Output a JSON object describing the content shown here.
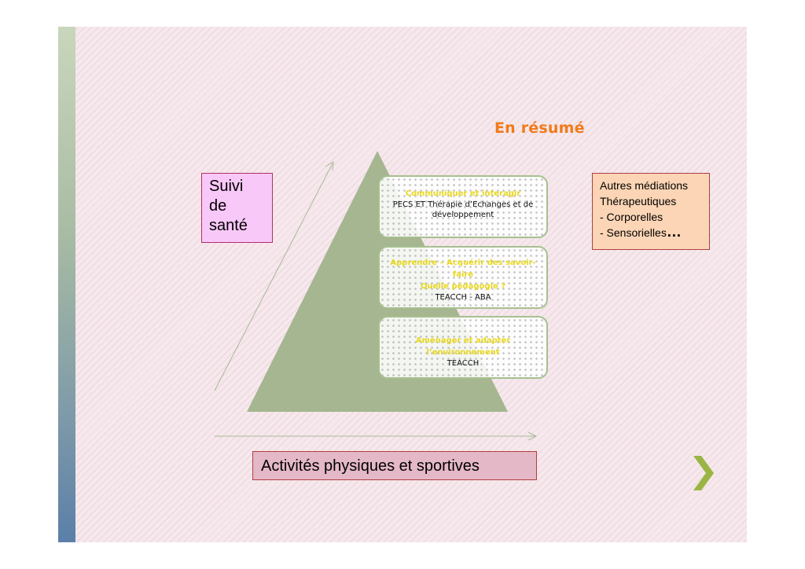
{
  "slide": {
    "title": "En résumé",
    "colors": {
      "title": "#f07a1a",
      "pyramid": "#a6b690",
      "step_border": "#a6c08e",
      "step_title": "#e8d820",
      "chevron": "#9ab544"
    }
  },
  "health_box": {
    "lines": [
      "Suivi",
      "de",
      "santé"
    ],
    "color": "#f8c8f8"
  },
  "other_box": {
    "line1": "Autres  médiations",
    "line2": "Thérapeutiques",
    "line3": "-  Corporelles",
    "line4": "-  Sensorielles",
    "ellipsis": "…",
    "color": "#fbd5b5"
  },
  "activity_box": {
    "label": "Activités physiques et sportives",
    "color": "#e4b8c6"
  },
  "steps": [
    {
      "title": "Communiquer et interagir",
      "text_lines": [
        "PECS ET Thérapie d’Echanges et de",
        "développement"
      ]
    },
    {
      "title_lines": [
        "Apprendre – Acquérir des savoir-faire",
        "Quelle pédagogie ?"
      ],
      "text_lines": [
        "TEACCH - ABA"
      ]
    },
    {
      "title": "Aménager et adapter l’environnement",
      "text_lines": [
        "TEACCH"
      ]
    }
  ],
  "icons": {
    "next": "chevron-right-icon",
    "arrow_up": "diagonal-arrow-icon",
    "arrow_right": "horizontal-arrow-icon"
  }
}
